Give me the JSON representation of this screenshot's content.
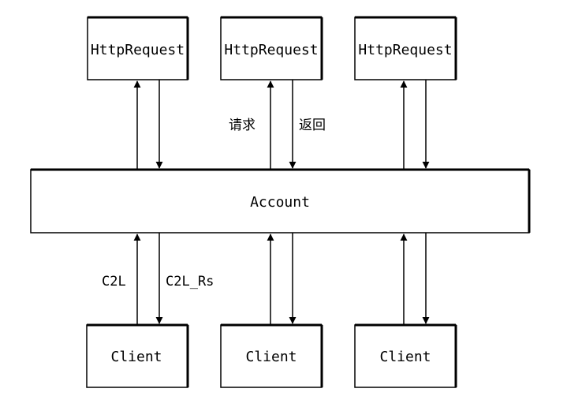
{
  "diagram": {
    "nodes": {
      "http_request_1": "HttpRequest",
      "http_request_2": "HttpRequest",
      "http_request_3": "HttpRequest",
      "account": "Account",
      "client_1": "Client",
      "client_2": "Client",
      "client_3": "Client"
    },
    "edge_labels": {
      "request": "请求",
      "return": "返回",
      "c2l": "C2L",
      "c2l_rs": "C2L_Rs"
    },
    "colors": {
      "stroke": "#000000",
      "background": "#ffffff"
    }
  }
}
